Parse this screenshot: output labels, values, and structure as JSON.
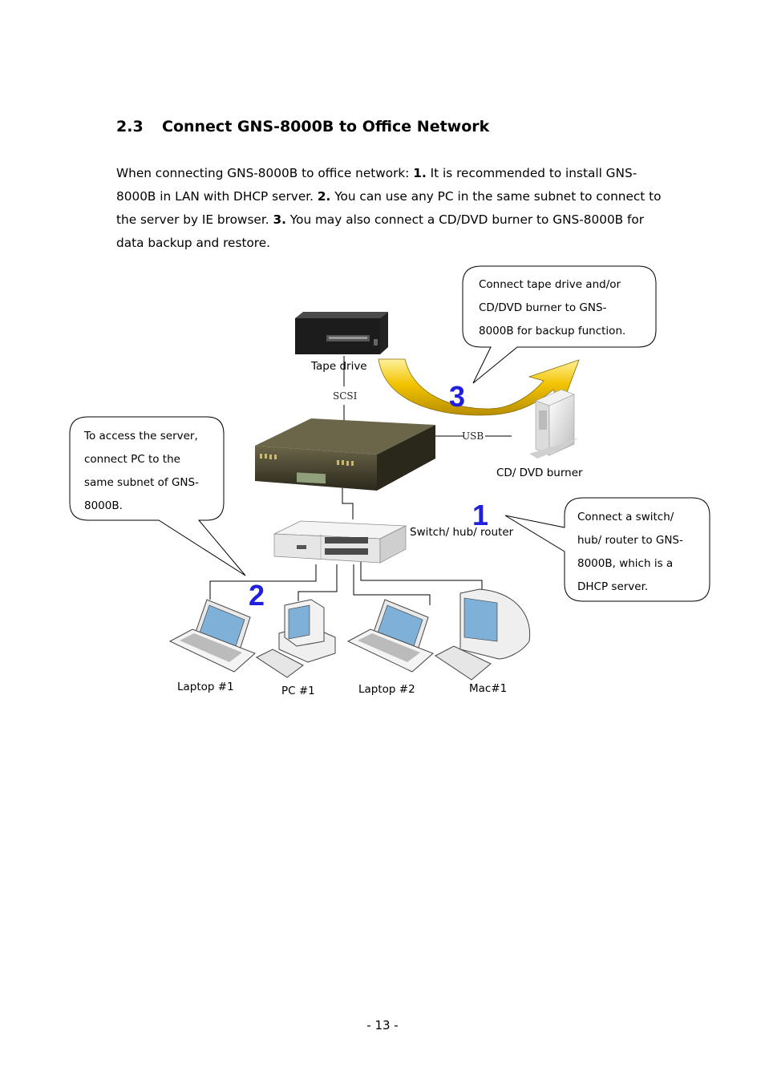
{
  "section": {
    "number": "2.3",
    "title": "Connect GNS-8000B to Office Network"
  },
  "intro": {
    "prefix": "When connecting GNS-8000B to office network: ",
    "items": [
      {
        "num": "1.",
        "text": " It is recommended to install GNS-8000B in LAN with DHCP server.  "
      },
      {
        "num": "2.",
        "text": " You can use any PC in the same subnet to connect to the server by IE browser.  "
      },
      {
        "num": "3.",
        "text": " You may also connect a CD/DVD burner to GNS-8000B for data backup and restore."
      }
    ]
  },
  "diagram": {
    "labels": {
      "tape_drive": "Tape drive",
      "scsi": "SCSI",
      "usb": "USB",
      "cd_burner": "CD/ DVD burner",
      "switch": "Switch/ hub/ router",
      "laptop1": "Laptop  #1",
      "pc1": "PC #1",
      "laptop2": "Laptop  #2",
      "mac1": "Mac#1"
    },
    "numbers": {
      "n1": "1",
      "n2": "2",
      "n3": "3"
    },
    "callouts": {
      "top_right": [
        "Connect tape drive and/or",
        "CD/DVD burner to GNS-",
        "8000B for backup function."
      ],
      "left": [
        "To access the server,",
        "connect PC to the",
        "same subnet of GNS-",
        "8000B."
      ],
      "right": [
        "Connect a switch/",
        "hub/ router to GNS-",
        "8000B, which is a",
        "DHCP server."
      ]
    },
    "colors": {
      "number_blue": "#1f1fe0",
      "arrow_yellow": "#f2c300",
      "server_dark": "#3d3a2a"
    }
  },
  "footer": {
    "page": "- 13 -"
  }
}
